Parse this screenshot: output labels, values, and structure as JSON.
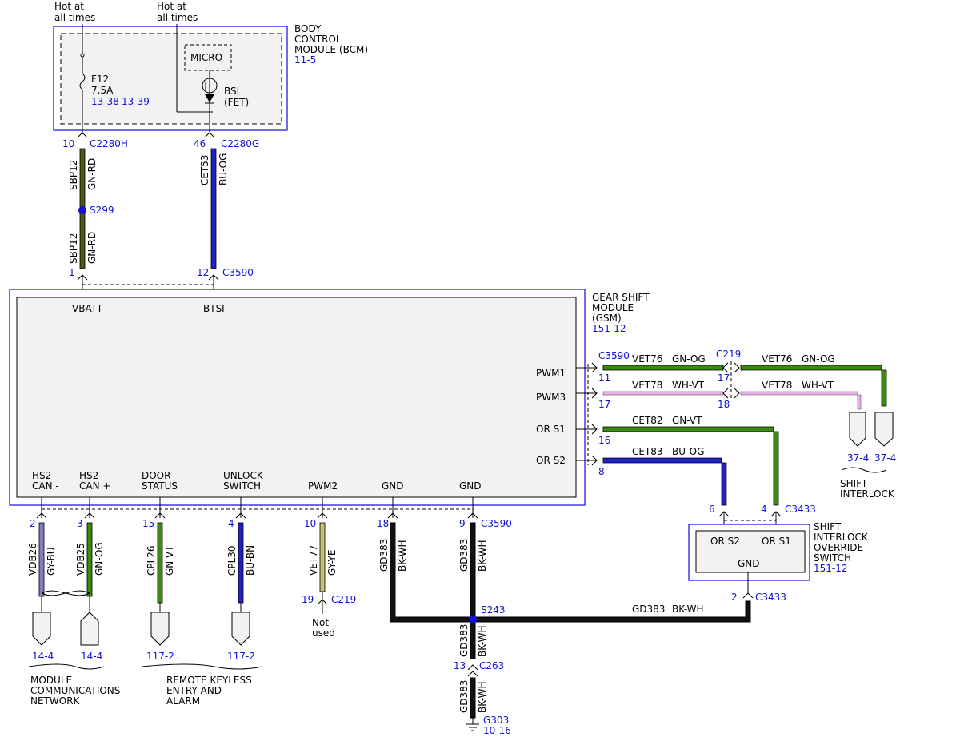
{
  "colors": {
    "reference": "#1010d8",
    "module_outline": "#2020e0",
    "module_fill": "#f2f2f2",
    "GN-RD": "#4a5a14",
    "BU-OG": "#2020c8",
    "GN-OG": "#3a8a10",
    "WH-VT": "#e8b0e8",
    "GN-VT": "#3a8a10",
    "GY-BU": "#8080c0",
    "BU-BN": "#2020c8",
    "GY-YE": "#c8c070",
    "BK-WH": "#111111"
  },
  "top_labels": {
    "hot1": [
      "Hot at",
      "all times"
    ],
    "hot2": [
      "Hot at",
      "all times"
    ]
  },
  "bcm": {
    "name_lines": [
      "BODY",
      "CONTROL",
      "MODULE (BCM)"
    ],
    "page_ref": "11-5",
    "fuse_name": "F12",
    "fuse_rating": "7.5A",
    "fuse_ref_1": "13-38",
    "fuse_ref_2": "13-39",
    "micro": "MICRO",
    "bsi_lines": [
      "BSI",
      "(FET)"
    ]
  },
  "bcm_connectors": {
    "left_pin": "10",
    "left_conn": "C2280H",
    "right_pin": "46",
    "right_conn": "C2280G"
  },
  "circuits": {
    "sbp12": "SBP12",
    "gn_rd": "GN-RD",
    "cet53": "CET53",
    "bu_og": "BU-OG",
    "s299": "S299"
  },
  "gsm_top_connectors": {
    "pin1": "1",
    "pin12": "12",
    "conn": "C3590"
  },
  "gsm": {
    "name_lines": [
      "GEAR SHIFT",
      "MODULE",
      "(GSM)"
    ],
    "page_ref": "151-12",
    "vbatt": "VBATT",
    "btsi": "BTSI",
    "pwm1": "PWM1",
    "pwm3": "PWM3",
    "ors1": "OR S1",
    "ors2": "OR S2",
    "bottom_pins": [
      {
        "line1": "HS2",
        "line2": "CAN -"
      },
      {
        "line1": "HS2",
        "line2": "CAN +"
      },
      {
        "line1": "DOOR",
        "line2": "STATUS"
      },
      {
        "line1": "UNLOCK",
        "line2": "SWITCH"
      },
      {
        "line1": "",
        "line2": "PWM2"
      },
      {
        "line1": "",
        "line2": "GND"
      },
      {
        "line1": "",
        "line2": "GND"
      }
    ]
  },
  "right_wires": {
    "c3590": "C3590",
    "c219": "C219",
    "w1_pin": "11",
    "w1_circuit": "VET76",
    "w1_color": "GN-OG",
    "w1_c219_pin": "17",
    "w1_circuit2": "VET76",
    "w1_color2": "GN-OG",
    "w2_pin": "17",
    "w2_circuit": "VET78",
    "w2_color": "WH-VT",
    "w2_c219_pin": "18",
    "w2_circuit2": "VET78",
    "w2_color2": "WH-VT",
    "w3_pin": "16",
    "w3_circuit": "CET82",
    "w3_color": "GN-VT",
    "w4_pin": "8",
    "w4_circuit": "CET83",
    "w4_color": "BU-OG"
  },
  "shift_interlock": {
    "ref1": "37-4",
    "ref2": "37-4",
    "name_lines": [
      "SHIFT",
      "INTERLOCK"
    ]
  },
  "sios": {
    "pin6": "6",
    "pin4": "4",
    "conn": "C3433",
    "ors2": "OR S2",
    "ors1": "OR S1",
    "gnd": "GND",
    "name_lines": [
      "SHIFT",
      "INTERLOCK",
      "OVERRIDE",
      "SWITCH"
    ],
    "page_ref": "151-12",
    "gnd_pin": "2",
    "gnd_conn": "C3433"
  },
  "bottom_wires": [
    {
      "pin": "2",
      "circuit": "VDB26",
      "color": "GY-BU"
    },
    {
      "pin": "3",
      "circuit": "VDB25",
      "color": "GN-OG"
    },
    {
      "pin": "15",
      "circuit": "CPL26",
      "color": "GN-VT"
    },
    {
      "pin": "4",
      "circuit": "CPL30",
      "color": "BU-BN"
    },
    {
      "pin": "10",
      "circuit": "VET77",
      "color": "GY-YE"
    },
    {
      "pin": "18",
      "circuit": "GD383",
      "color": "BK-WH"
    },
    {
      "pin": "9",
      "circuit": "GD383",
      "color": "BK-WH"
    }
  ],
  "bottom_conn": "C3590",
  "pwm2_end": {
    "pin": "19",
    "conn": "C219",
    "note_lines": [
      "Not",
      "used"
    ]
  },
  "ground": {
    "splice": "S243",
    "gd383": "GD383",
    "bk_wh": "BK-WH",
    "c263_pin": "13",
    "c263": "C263",
    "g303": "G303",
    "g303_ref": "10-16"
  },
  "bottom_refs": {
    "mcn_ref1": "14-4",
    "mcn_ref2": "14-4",
    "rke_ref1": "117-2",
    "rke_ref2": "117-2",
    "mcn_lines": [
      "MODULE",
      "COMMUNICATIONS",
      "NETWORK"
    ],
    "rke_lines": [
      "REMOTE KEYLESS",
      "ENTRY AND",
      "ALARM"
    ]
  }
}
